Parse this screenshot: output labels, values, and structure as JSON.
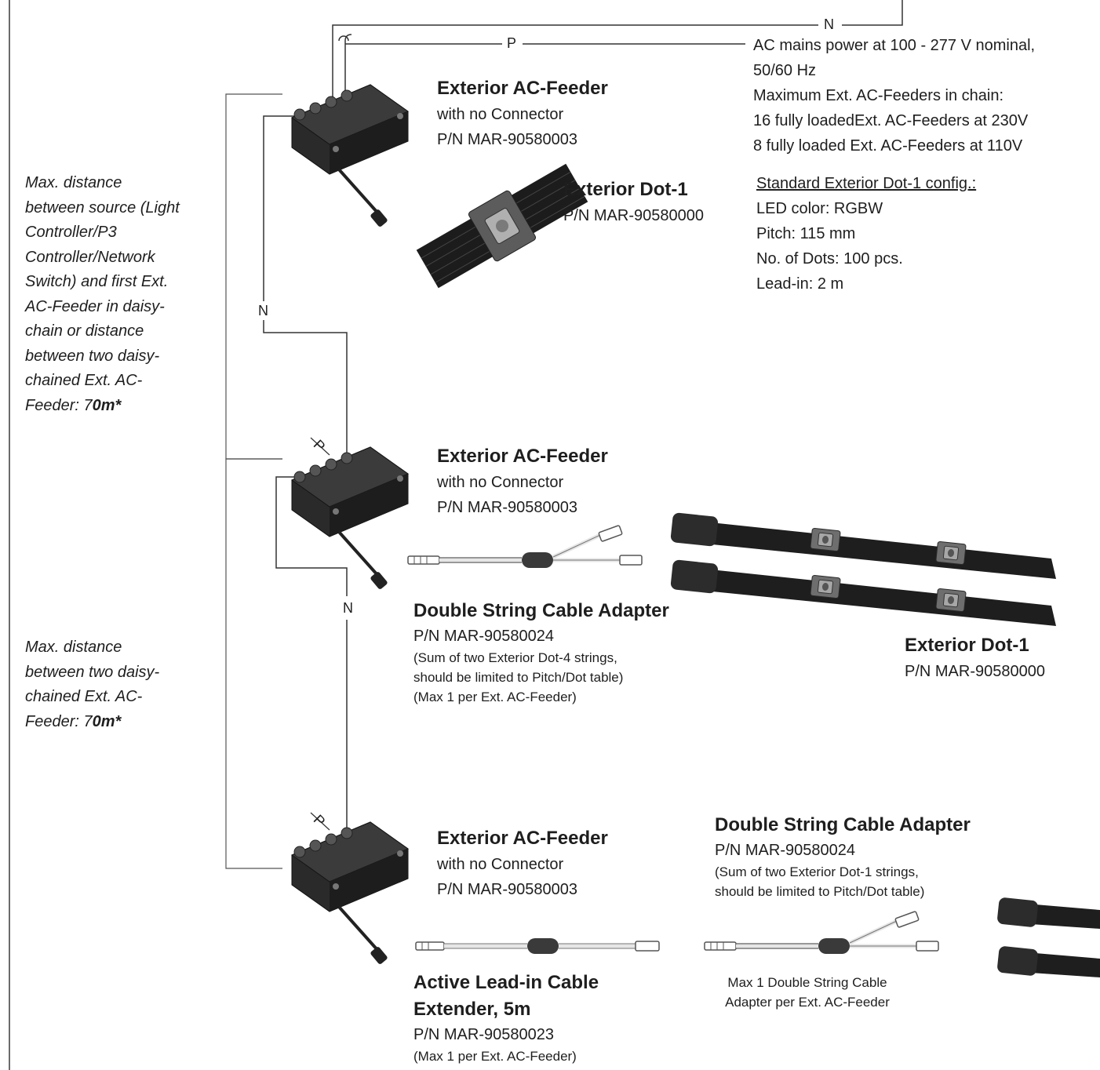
{
  "wire_labels": {
    "n_top": "N",
    "p_top": "P",
    "n_mid": "N",
    "p_second": "P",
    "n_lower": "N",
    "p_third": "P"
  },
  "mains": {
    "lines": [
      "AC mains power at 100 - 277 V nominal,",
      "50/60 Hz",
      "Maximum Ext. AC-Feeders in chain:",
      "16 fully loadedExt.  AC-Feeders at 230V",
      "8 fully loaded Ext. AC-Feeders at 110V"
    ]
  },
  "feeder1": {
    "title": "Exterior AC-Feeder",
    "subtitle": "with no Connector",
    "pn": "P/N MAR-90580003"
  },
  "dot_top": {
    "title": "Exterior Dot-1",
    "pn": "P/N MAR-90580000"
  },
  "standard_config": {
    "heading": "Standard Exterior Dot-1 config.:",
    "lines": [
      "LED color: RGBW",
      "Pitch: 115 mm",
      "No. of Dots: 100 pcs.",
      "Lead-in: 2 m"
    ]
  },
  "note1": {
    "lines": [
      "Max. distance",
      "between source (Light",
      "Controller/P3",
      "Controller/Network",
      "Switch) and first Ext.",
      "AC-Feeder in daisy-",
      "chain or distance",
      "between two daisy-",
      "chained Ext. AC-"
    ],
    "last_prefix": "Feeder: 7",
    "last_bold": "0m*"
  },
  "feeder2": {
    "title": "Exterior AC-Feeder",
    "subtitle": "with no Connector",
    "pn": "P/N MAR-90580003"
  },
  "adapter_mid": {
    "title": "Double String Cable Adapter",
    "pn": "P/N MAR-90580024",
    "notes": [
      "(Sum of two Exterior Dot-4 strings,",
      "should be limited to Pitch/Dot table)",
      "(Max 1 per Ext. AC-Feeder)"
    ]
  },
  "dot_right": {
    "title": "Exterior Dot-1",
    "pn": "P/N MAR-90580000"
  },
  "note2": {
    "lines": [
      "Max. distance",
      "between two daisy-",
      "chained Ext. AC-"
    ],
    "last_prefix": "Feeder: 7",
    "last_bold": "0m*"
  },
  "feeder3": {
    "title": "Exterior AC-Feeder",
    "subtitle": "with no Connector",
    "pn": "P/N MAR-90580003"
  },
  "adapter_bottom": {
    "title": "Double String Cable Adapter",
    "pn": "P/N MAR-90580024",
    "notes": [
      "(Sum of two Exterior Dot-1 strings,",
      "should be limited to Pitch/Dot table)"
    ]
  },
  "extender": {
    "title_lines": [
      "Active Lead-in Cable",
      "Extender, 5m"
    ],
    "pn": "P/N MAR-90580023",
    "note": "(Max 1 per Ext. AC-Feeder)"
  },
  "max_adapter_note": {
    "lines": [
      "Max 1 Double String Cable",
      "Adapter per Ext. AC-Feeder"
    ]
  },
  "colors": {
    "wire": "#3a3a3a",
    "device": "#262626",
    "cable": "#d9d9d9",
    "text": "#1e1e1e"
  }
}
